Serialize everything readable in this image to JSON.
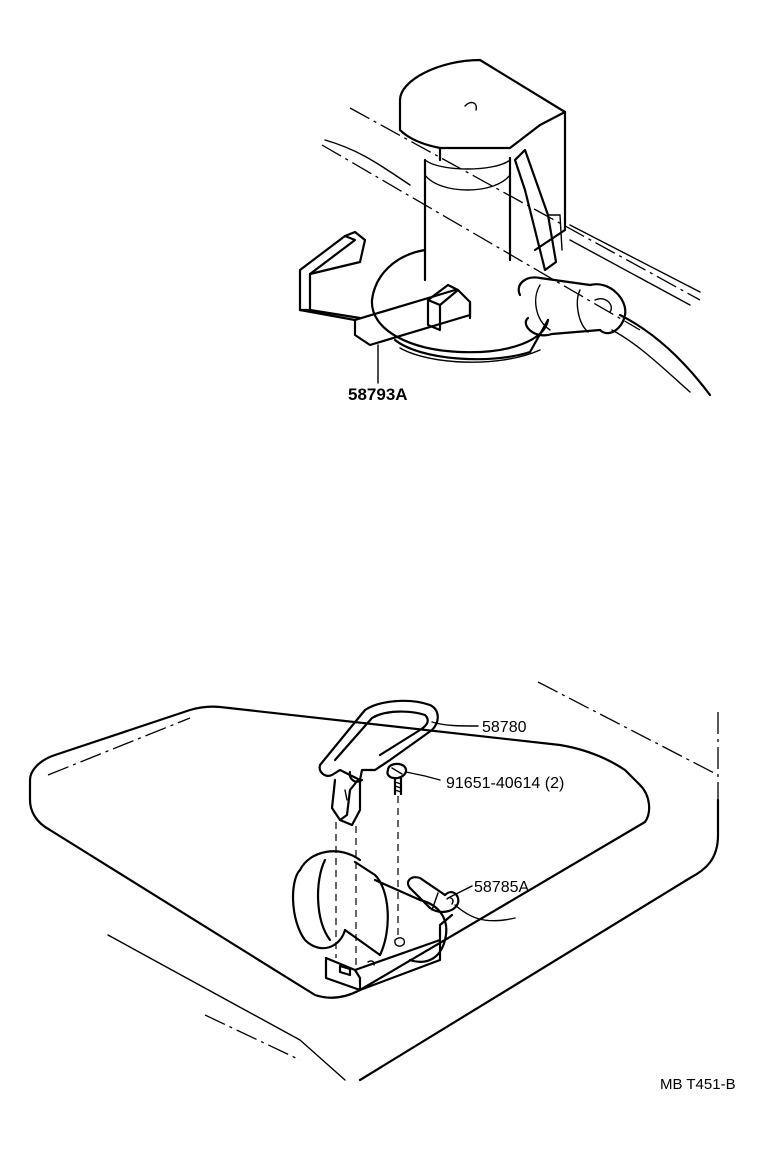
{
  "callouts": {
    "bracket_upper": "58793A",
    "handle": "58780",
    "bolt": "91651-40614 (2)",
    "bracket_lower": "58785A"
  },
  "reference_code": "MB T451-B"
}
